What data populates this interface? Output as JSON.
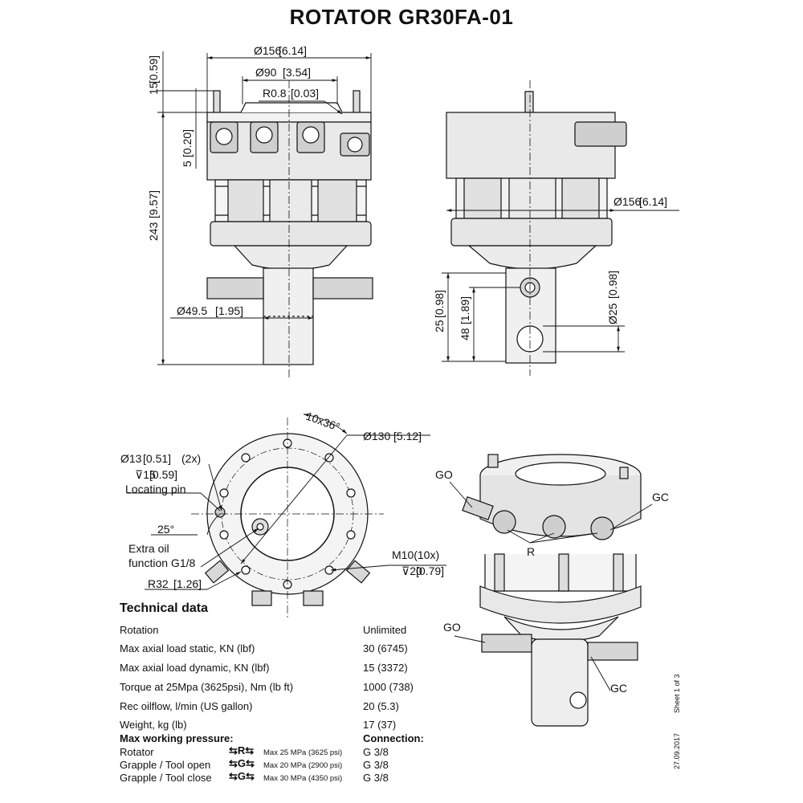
{
  "title": "ROTATOR  GR30FA-01",
  "dims": {
    "d156_top": "Ø156",
    "d156_top_in": "6.14",
    "d90": "Ø90",
    "d90_in": "3.54",
    "r08": "R0.8",
    "r08_in": "0.03",
    "h15": "15",
    "h15_in": "0.59",
    "h5": "5",
    "h5_in": "0.20",
    "h243": "243",
    "h243_in": "9.57",
    "d495": "Ø49.5",
    "d495_in": "1.95",
    "d156_side": "Ø156",
    "d156_side_in": "6.14",
    "h25": "25",
    "h25_in": "0.98",
    "h48": "48",
    "h48_in": "1.89",
    "d25": "Ø25",
    "d25_in": "0.98",
    "angle10x36": "10x36°",
    "d130": "Ø130",
    "d130_in": "5.12",
    "d13": "Ø13",
    "d13_in": "0.51",
    "d13_count": "(2x)",
    "depth15": "15",
    "depth15_in": "0.59",
    "locating_pin": "Locating pin",
    "angle25": "25°",
    "extra_oil_1": "Extra oil",
    "extra_oil_2": "function G1/8",
    "r32": "R32",
    "r32_in": "1.26",
    "m10": "M10(10x)",
    "m10_depth": "20",
    "m10_depth_in": "0.79",
    "go": "GO",
    "gc": "GC",
    "r": "R"
  },
  "tech": {
    "heading": "Technical data",
    "rows": [
      {
        "label": "Rotation",
        "value": "Unlimited"
      },
      {
        "label": "Max axial load static, KN (lbf)",
        "value": "30 (6745)"
      },
      {
        "label": "Max axial load dynamic, KN (lbf)",
        "value": "15 (3372)"
      },
      {
        "label": "Torque at 25Mpa (3625psi), Nm (lb ft)",
        "value": "1000 (738)"
      },
      {
        "label": "Rec oilflow, l/min (US gallon)",
        "value": "20 (5.3)"
      },
      {
        "label": "Weight, kg (lb)",
        "value": "17 (37)"
      }
    ],
    "pressure_heading": "Max working pressure:",
    "connection_heading": "Connection:",
    "pressures": [
      {
        "label": "Rotator",
        "symbol": "R",
        "max": "Max 25 MPa (3625 psi)",
        "connection": "G 3/8"
      },
      {
        "label": "Grapple / Tool open",
        "symbol": "G",
        "max": "Max 20 MPa (2900 psi)",
        "connection": "G 3/8"
      },
      {
        "label": "Grapple / Tool close",
        "symbol": "G",
        "max": "Max 30 MPa (4350 psi)",
        "connection": "G 3/8"
      }
    ]
  },
  "side": {
    "sheet": "Sheet 1 of 3",
    "date": "27.09.2017"
  }
}
